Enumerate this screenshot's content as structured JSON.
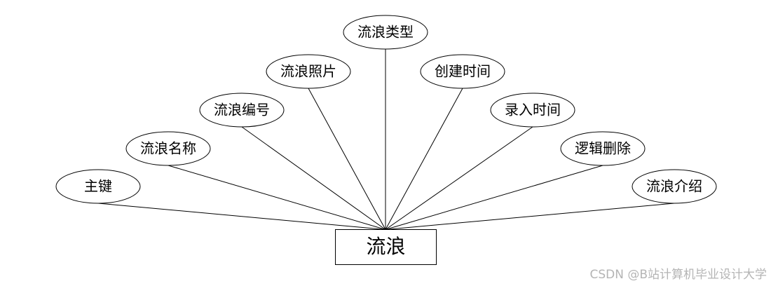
{
  "entity": {
    "label": "流浪"
  },
  "attributes": [
    {
      "id": "pk",
      "label": "主键"
    },
    {
      "id": "name",
      "label": "流浪名称"
    },
    {
      "id": "number",
      "label": "流浪编号"
    },
    {
      "id": "photo",
      "label": "流浪照片"
    },
    {
      "id": "type",
      "label": "流浪类型"
    },
    {
      "id": "created",
      "label": "创建时间"
    },
    {
      "id": "entered",
      "label": "录入时间"
    },
    {
      "id": "deleted",
      "label": "逻辑删除"
    },
    {
      "id": "intro",
      "label": "流浪介绍"
    }
  ],
  "watermark": "CSDN @B站计算机毕业设计大学"
}
